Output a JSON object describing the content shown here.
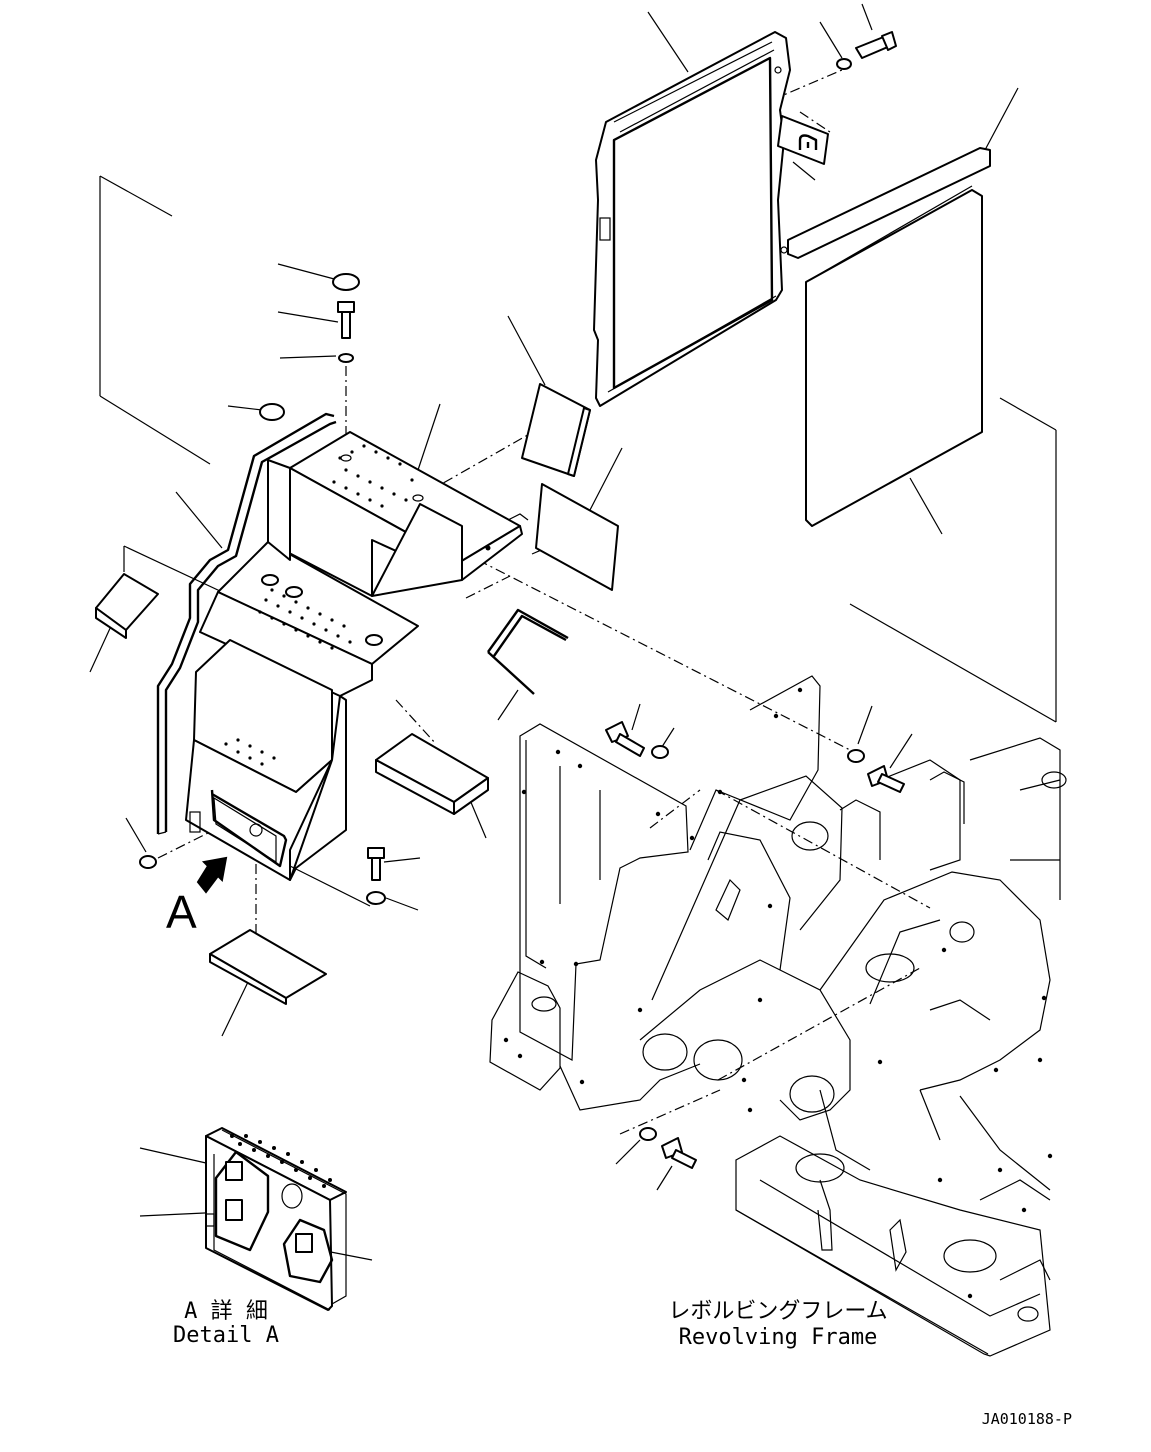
{
  "view_label": "A",
  "detail": {
    "jp": "A 詳 細",
    "en": "Detail A"
  },
  "frame": {
    "jp": "レボルビングフレーム",
    "en": "Revolving Frame"
  },
  "drawing_code": "JA010188-P"
}
